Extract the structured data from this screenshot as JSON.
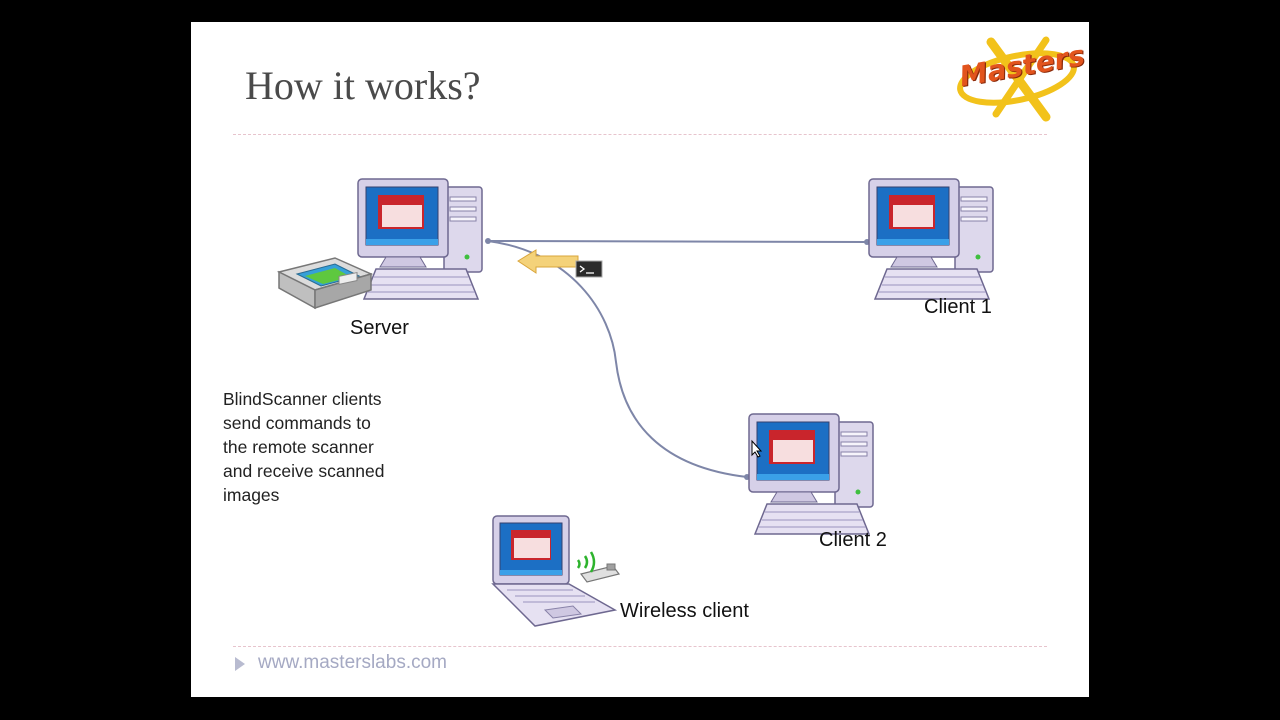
{
  "slide": {
    "title": "How it works?",
    "logo_text": "Masters",
    "caption_lines": [
      "BlindScanner clients",
      "send commands to",
      "the remote scanner",
      "and receive scanned",
      "images"
    ],
    "footer_url": "www.masterslabs.com"
  },
  "diagram": {
    "nodes": {
      "server": "Server",
      "client1": "Client 1",
      "client2": "Client 2",
      "wireless": "Wireless client"
    }
  },
  "colors": {
    "background": "#000000",
    "slide": "#ffffff",
    "title": "#4a4a4a",
    "link_line": "#7e86a8",
    "command_arrow": "#f4d27a",
    "footer_text": "#a5a9c3",
    "logo_text": "#e2541d"
  },
  "icons": [
    "desktop-computer-icon",
    "flatbed-scanner-icon",
    "laptop-icon",
    "wireless-adapter-icon",
    "command-prompt-icon",
    "masters-logo-icon"
  ]
}
